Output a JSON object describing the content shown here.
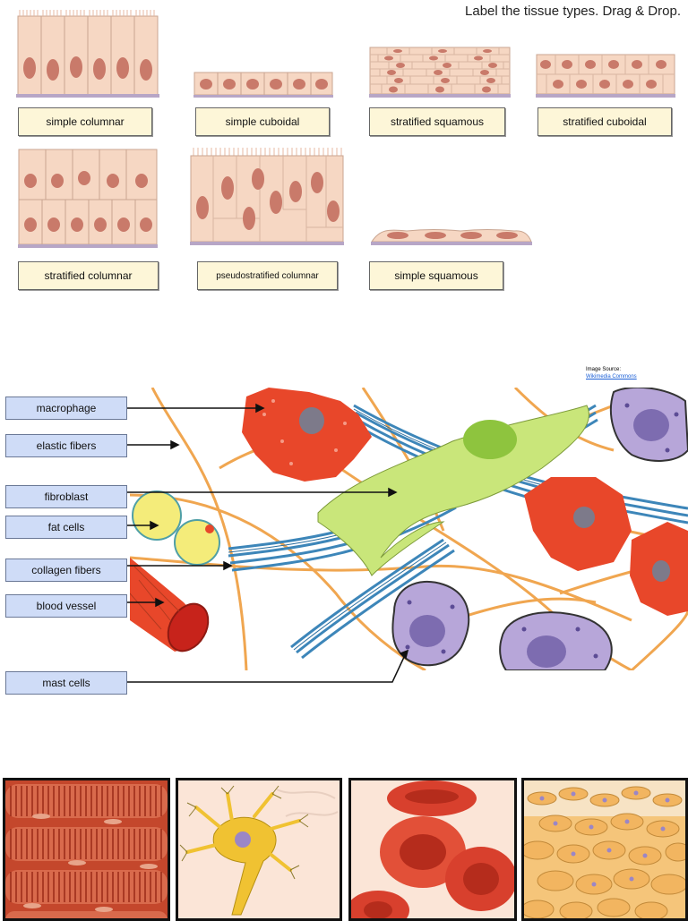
{
  "instructions": "Label the tissue types.  Drag & Drop.",
  "epithelial_labels": {
    "simple_columnar": "simple columnar",
    "simple_cuboidal": "simple cuboidal",
    "stratified_squamous": "stratified squamous",
    "stratified_cuboidal": "stratified cuboidal",
    "stratified_columnar": "stratified columnar",
    "pseudostratified_columnar": "pseudostratified columnar",
    "simple_squamous": "simple squamous"
  },
  "image_source": {
    "prefix": "Image Source:",
    "link": "Wikimedia Commons"
  },
  "connective_labels": {
    "macrophage": "macrophage",
    "elastic_fibers": "elastic fibers",
    "fibroblast": "fibroblast",
    "fat_cells": "fat cells",
    "collagen_fibers": "collagen fibers",
    "blood_vessel": "blood vessel",
    "mast_cells": "mast cells"
  },
  "colors": {
    "label_fill": "#fdf6d8",
    "connective_label_fill": "#cfdcf7",
    "cell_fill": "#f6d7c3",
    "nucleus": "#c97a6a",
    "membrane": "#b7a6c6",
    "collagen": "#3d86b9",
    "elastic": "#f0a650",
    "macrophage": "#e8472a",
    "fibroblast": "#c9e67a",
    "mast_cell": "#b7a6d9"
  }
}
